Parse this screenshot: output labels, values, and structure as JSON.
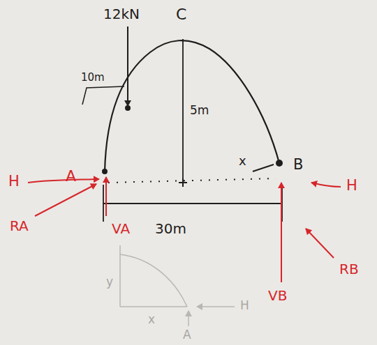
{
  "diagram": {
    "labels": [
      "12kN",
      "C",
      "10m",
      "5m",
      "x",
      "H",
      "A",
      "RA",
      "VA",
      "30m",
      "VB",
      "B",
      "H",
      "RB",
      "y",
      "x",
      "H",
      "A"
    ]
  }
}
